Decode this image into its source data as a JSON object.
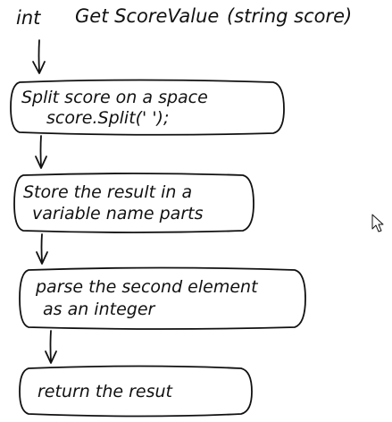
{
  "signature": {
    "return_type": "int",
    "name": "Get ScoreValue",
    "params": "(string score)"
  },
  "steps": [
    {
      "lines": [
        "Split score on a space",
        "score.Split(' ');"
      ]
    },
    {
      "lines": [
        "Store the result in a",
        "variable name parts"
      ]
    },
    {
      "lines": [
        "parse the second element",
        "as an integer"
      ]
    },
    {
      "lines": [
        "return the resut"
      ]
    }
  ],
  "icons": {
    "pointer": "mouse-cursor-icon"
  }
}
